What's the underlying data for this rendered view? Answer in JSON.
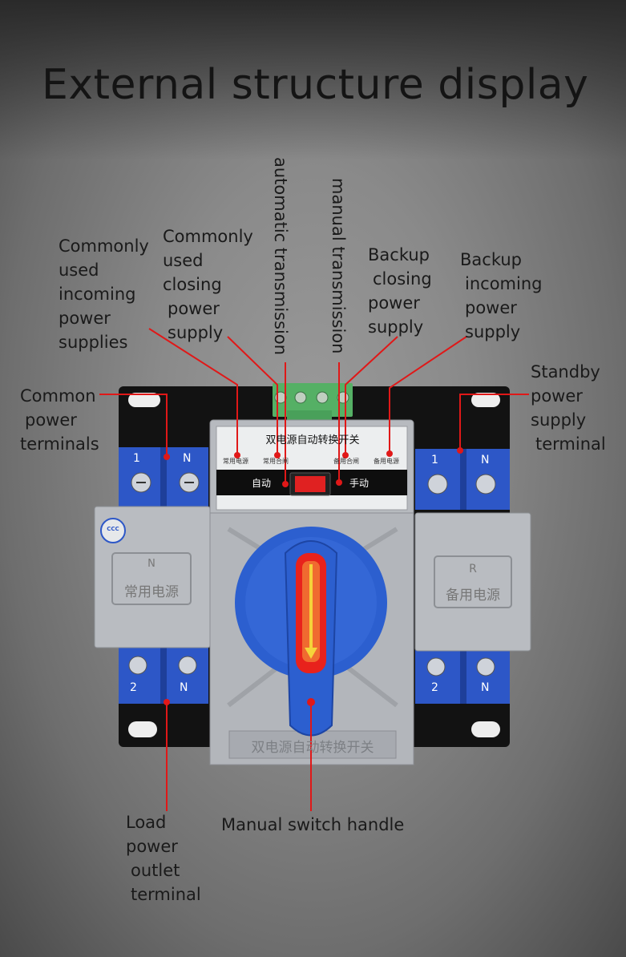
{
  "title": "External structure display",
  "labels": {
    "common_incoming": [
      "Commonly",
      "used",
      "incoming",
      "power",
      "supplies"
    ],
    "common_closing": [
      "Commonly",
      "used",
      "closing",
      "power",
      "supply"
    ],
    "automatic": "automatic transmission",
    "manual": "manual transmission",
    "backup_closing": [
      "Backup",
      "closing",
      "power",
      "supply"
    ],
    "backup_incoming": [
      "Backup",
      "incoming",
      "power",
      "supply"
    ],
    "common_terminals": [
      "Common",
      "power",
      "terminals"
    ],
    "standby_terminal": [
      "Standby",
      "power",
      "supply",
      "terminal"
    ],
    "load_terminal": [
      "Load",
      "power",
      "outlet",
      "terminal"
    ],
    "handle": "Manual switch handle"
  },
  "device": {
    "panel_title": "双电源自动转换开关",
    "ind_1": "常用电源",
    "ind_2": "常用合闸",
    "ind_3": "备用合闸",
    "ind_4": "备用电源",
    "auto": "自动",
    "manual": "手动",
    "left_letter": "N",
    "left_name": "常用电源",
    "right_letter": "R",
    "right_name": "备用电源",
    "bottom_name": "双电源自动转换开关",
    "cert_mark": "CCC",
    "term_top_left": [
      "1",
      "N"
    ],
    "term_top_right": [
      "1",
      "N"
    ],
    "term_bot_left": [
      "2",
      "N"
    ],
    "term_bot_right": [
      "2",
      "N"
    ]
  },
  "colors": {
    "pointer": "#e01818",
    "terminal_blue": "#2d57c7",
    "housing_gray": "#b9bcc1",
    "handle_blue": "#2c5fcf"
  }
}
